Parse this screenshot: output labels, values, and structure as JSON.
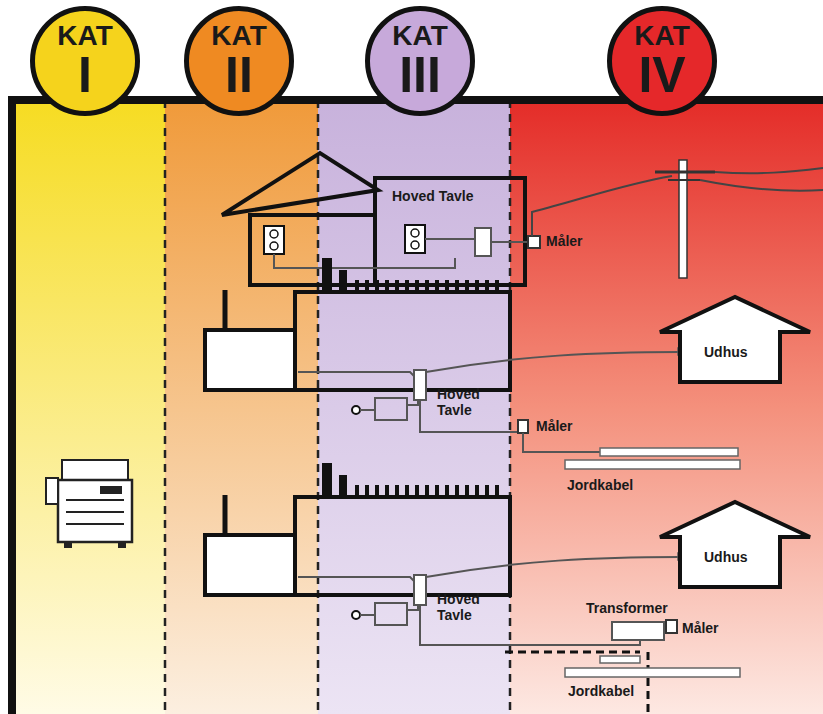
{
  "diagram": {
    "nodes": [
      {
        "text": [
          "KAT",
          "I"
        ]
      },
      {
        "text": [
          "KAT",
          "II"
        ]
      },
      {
        "text": [
          "KAT",
          "III"
        ]
      },
      {
        "text": [
          "KAT",
          "IV"
        ]
      }
    ],
    "labels": [
      "Hoved Tavle",
      "Måler",
      "Udhus",
      "Hoved Tavle",
      "Måler",
      "Jordkabel",
      "Udhus",
      "Hoved Tavle",
      "Transformer",
      "Måler",
      "Jordkabel"
    ]
  }
}
